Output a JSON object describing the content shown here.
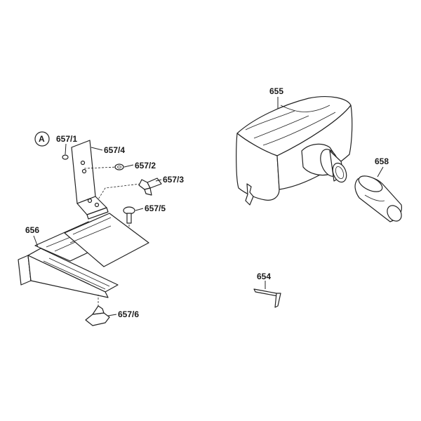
{
  "labels": {
    "detail_marker": "A",
    "p655": "655",
    "p658": "658",
    "p654": "654",
    "p656": "656",
    "p657_1": "657/1",
    "p657_2": "657/2",
    "p657_3": "657/3",
    "p657_4": "657/4",
    "p657_5": "657/5",
    "p657_6": "657/6"
  }
}
